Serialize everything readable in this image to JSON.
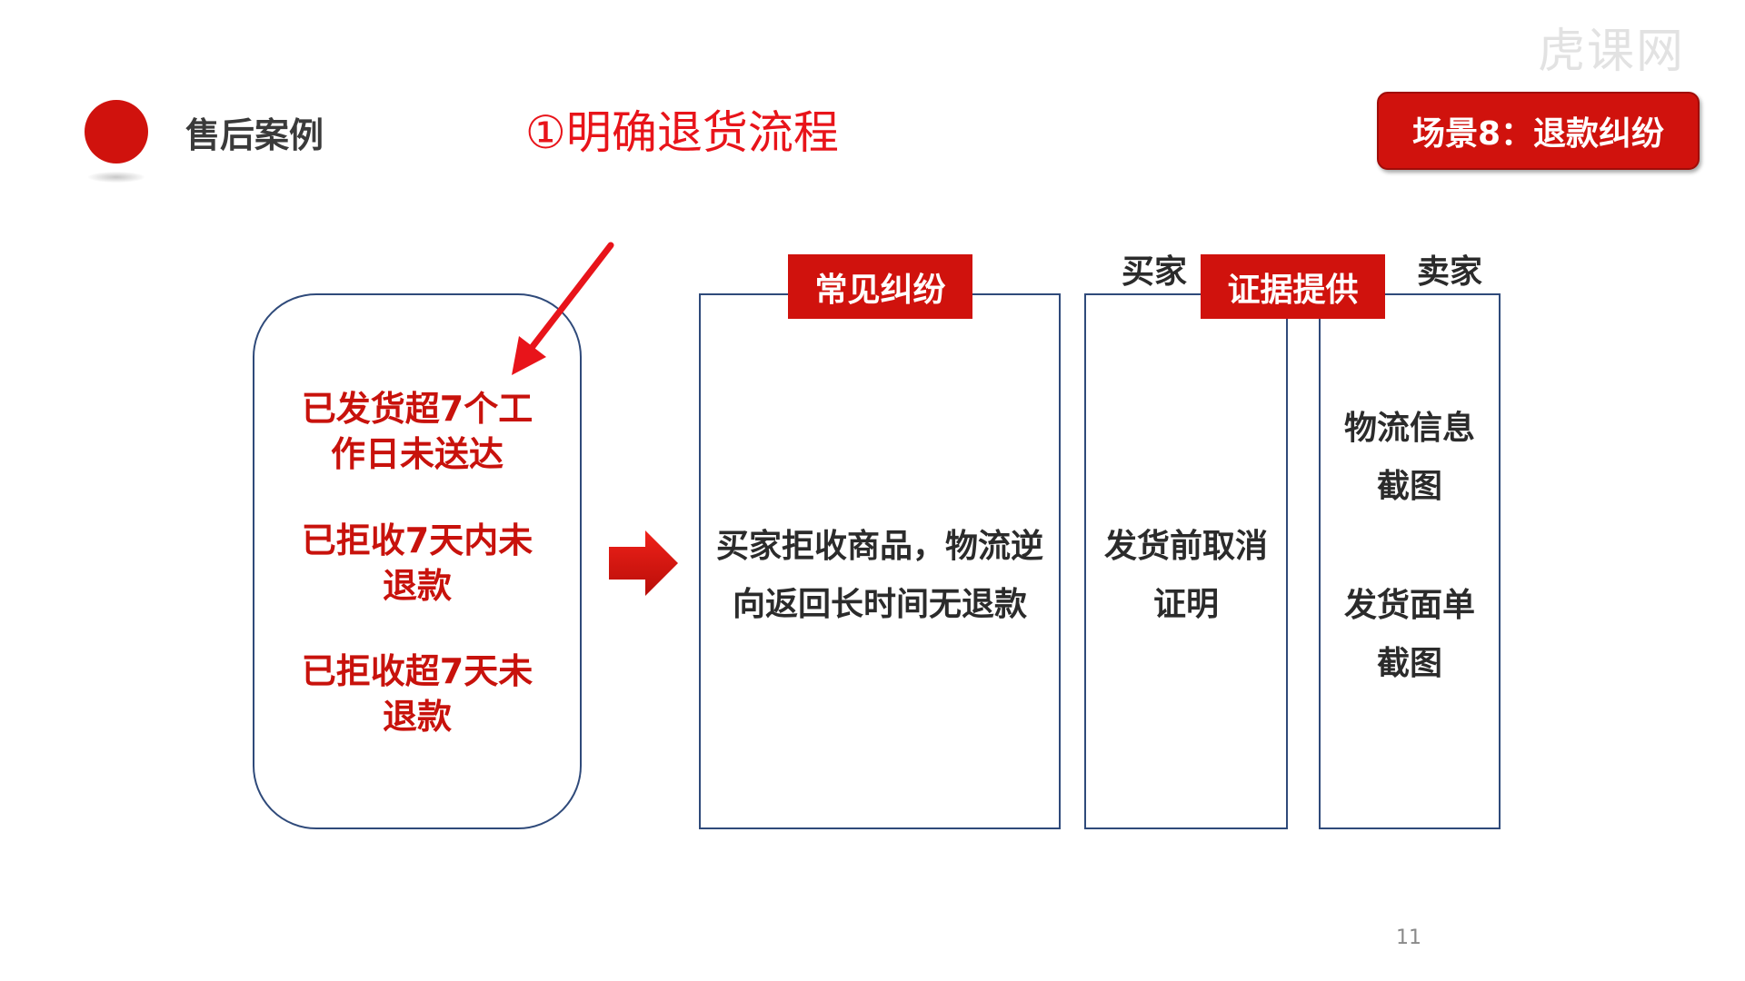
{
  "header": {
    "section_title": "售后案例",
    "step_title": "①明确退货流程",
    "scene_badge": "场景8：退款纠纷",
    "watermark": "虎课网"
  },
  "cases": {
    "items": [
      "已发货超7个工\n作日未送达",
      "已拒收7天内未\n退款",
      "已拒收超7天未\n退款"
    ]
  },
  "disputes": {
    "tag": "常见纠纷",
    "text": "买家拒收商品，物流逆\n向返回长时间无退款"
  },
  "evidence": {
    "tag": "证据提供",
    "buyer_label": "买家",
    "seller_label": "卖家",
    "buyer_text": "发货前取消\n证明",
    "seller_items": [
      "物流信息\n截图",
      "发货面单\n截图"
    ]
  },
  "page_number": "11",
  "colors": {
    "brand_red": "#d0120d",
    "highlight_red": "#e8141a",
    "box_border": "#2f4a7a"
  },
  "icons": {
    "pointer": "diagonal-arrow-icon",
    "flow": "right-arrow-icon"
  }
}
